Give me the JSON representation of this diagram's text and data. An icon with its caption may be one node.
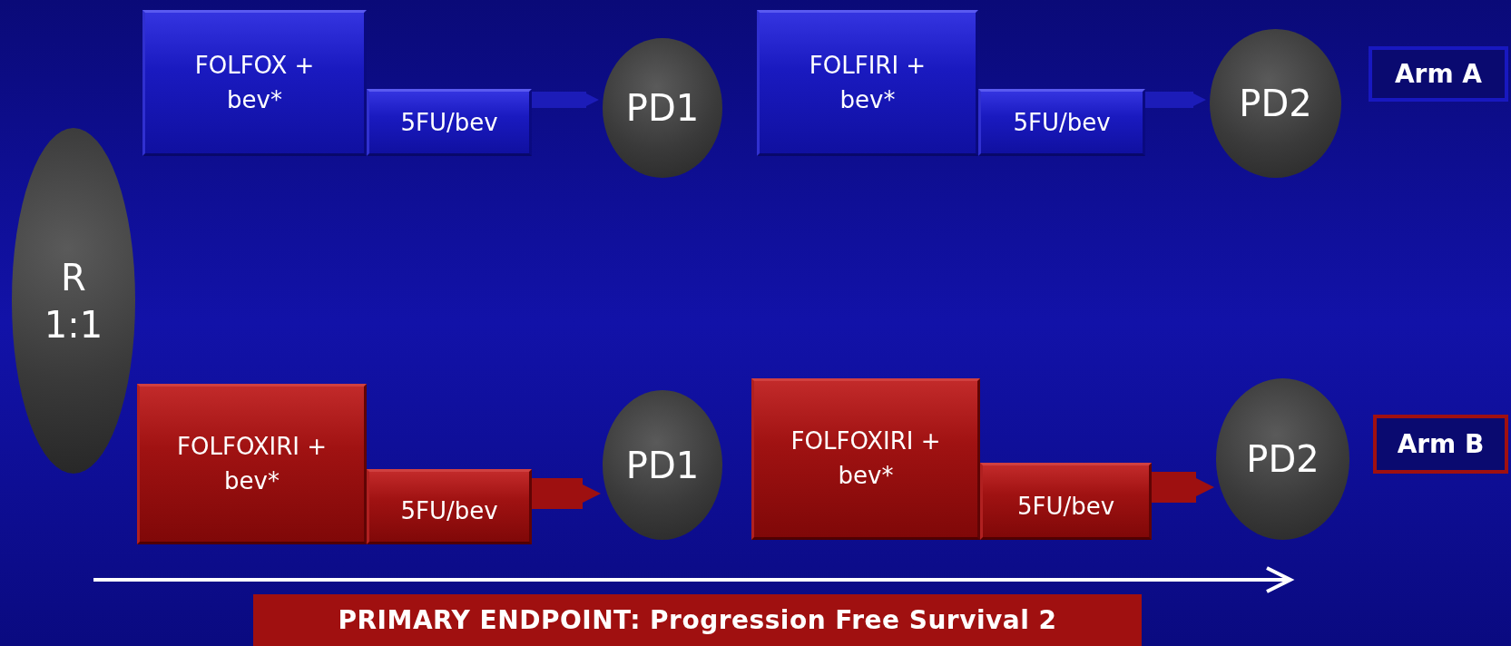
{
  "diagram": {
    "nodes": [
      {
        "text": [
          "R 1:1"
        ]
      },
      {
        "text": [
          "FOLFOX + bev*"
        ]
      },
      {
        "text": [
          "5FU/bev"
        ]
      },
      {
        "text": [
          "PD1"
        ]
      },
      {
        "text": [
          "FOLFIRI + bev*"
        ]
      },
      {
        "text": [
          "5FU/bev"
        ]
      },
      {
        "text": [
          "PD2"
        ]
      },
      {
        "text": [
          "Arm A"
        ]
      },
      {
        "text": [
          "FOLFOXIRI + bev*"
        ]
      },
      {
        "text": [
          "5FU/bev"
        ]
      },
      {
        "text": [
          "PD1"
        ]
      },
      {
        "text": [
          "FOLFOXIRI + bev*"
        ]
      },
      {
        "text": [
          "5FU/bev"
        ]
      },
      {
        "text": [
          "PD2"
        ]
      },
      {
        "text": [
          "Arm B"
        ]
      }
    ],
    "edges": [
      {
        "from": 2,
        "to": 3,
        "arrow": "to",
        "color": "#1c1cb8"
      },
      {
        "from": 5,
        "to": 6,
        "arrow": "to",
        "color": "#1c1cb8"
      },
      {
        "from": 9,
        "to": 10,
        "arrow": "to",
        "style": "thick",
        "color": "#9e1010"
      },
      {
        "from": 12,
        "to": 13,
        "arrow": "to",
        "style": "thick",
        "color": "#9e1010"
      }
    ],
    "labels": [
      "PRIMARY ENDPOINT: Progression Free Survival 2"
    ]
  }
}
